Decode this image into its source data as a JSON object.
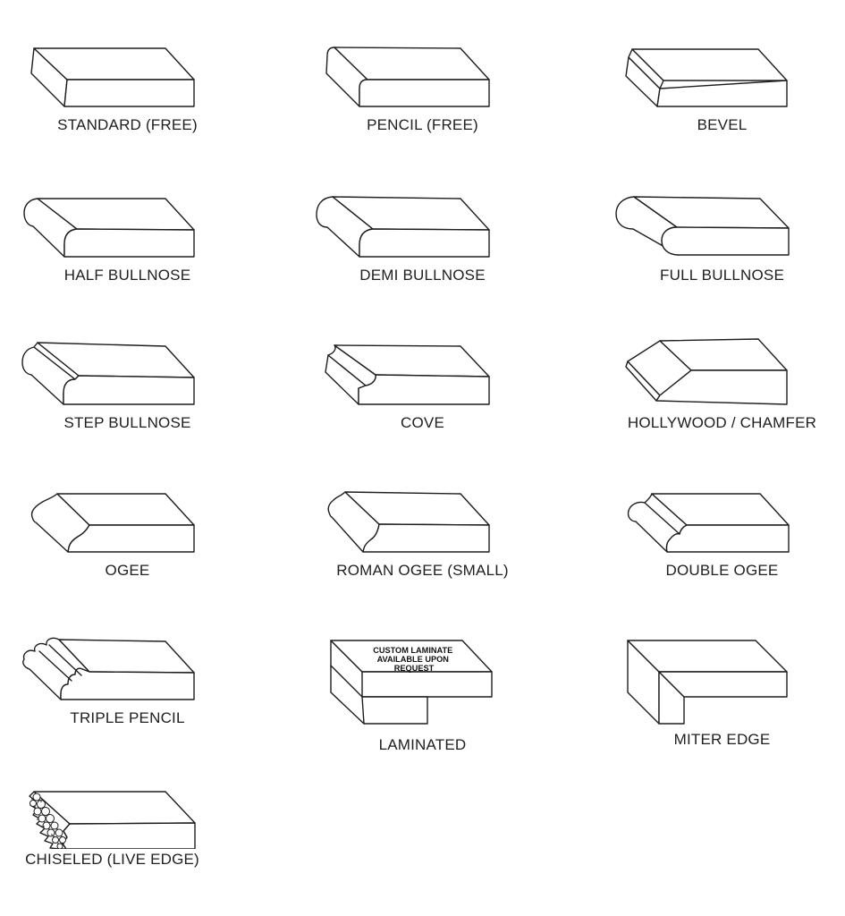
{
  "page": {
    "background": "#ffffff"
  },
  "colors": {
    "line": "#1e1e1e",
    "text": "#202020"
  },
  "items": [
    {
      "id": "standard",
      "label": "STANDARD (FREE)"
    },
    {
      "id": "pencil",
      "label": "PENCIL (FREE)"
    },
    {
      "id": "bevel",
      "label": "BEVEL"
    },
    {
      "id": "half-bullnose",
      "label": "HALF BULLNOSE"
    },
    {
      "id": "demi-bullnose",
      "label": "DEMI BULLNOSE"
    },
    {
      "id": "full-bullnose",
      "label": "FULL BULLNOSE"
    },
    {
      "id": "step-bullnose",
      "label": "STEP BULLNOSE"
    },
    {
      "id": "cove",
      "label": "COVE"
    },
    {
      "id": "hollywood-chamfer",
      "label": "HOLLYWOOD / CHAMFER"
    },
    {
      "id": "ogee",
      "label": "OGEE"
    },
    {
      "id": "roman-ogee-small",
      "label": "ROMAN OGEE (SMALL)"
    },
    {
      "id": "double-ogee",
      "label": "DOUBLE OGEE"
    },
    {
      "id": "triple-pencil",
      "label": "TRIPLE PENCIL"
    },
    {
      "id": "laminated",
      "label": "LAMINATED",
      "note_line1": "CUSTOM LAMINATE",
      "note_line2": "AVAILABLE UPON",
      "note_line3": "REQUEST"
    },
    {
      "id": "miter-edge",
      "label": "MITER EDGE"
    },
    {
      "id": "chiseled-live-edge",
      "label": "CHISELED (LIVE EDGE)"
    }
  ]
}
